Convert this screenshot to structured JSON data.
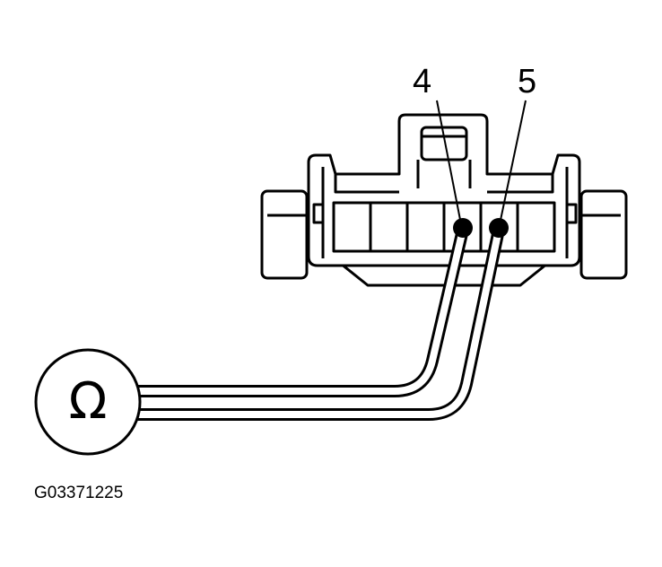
{
  "pins": [
    {
      "id": "pin-4",
      "label": "4"
    },
    {
      "id": "pin-5",
      "label": "5"
    }
  ],
  "meter": {
    "symbol": "Ω",
    "icon": "ohmmeter-icon"
  },
  "figure_code": "G03371225"
}
